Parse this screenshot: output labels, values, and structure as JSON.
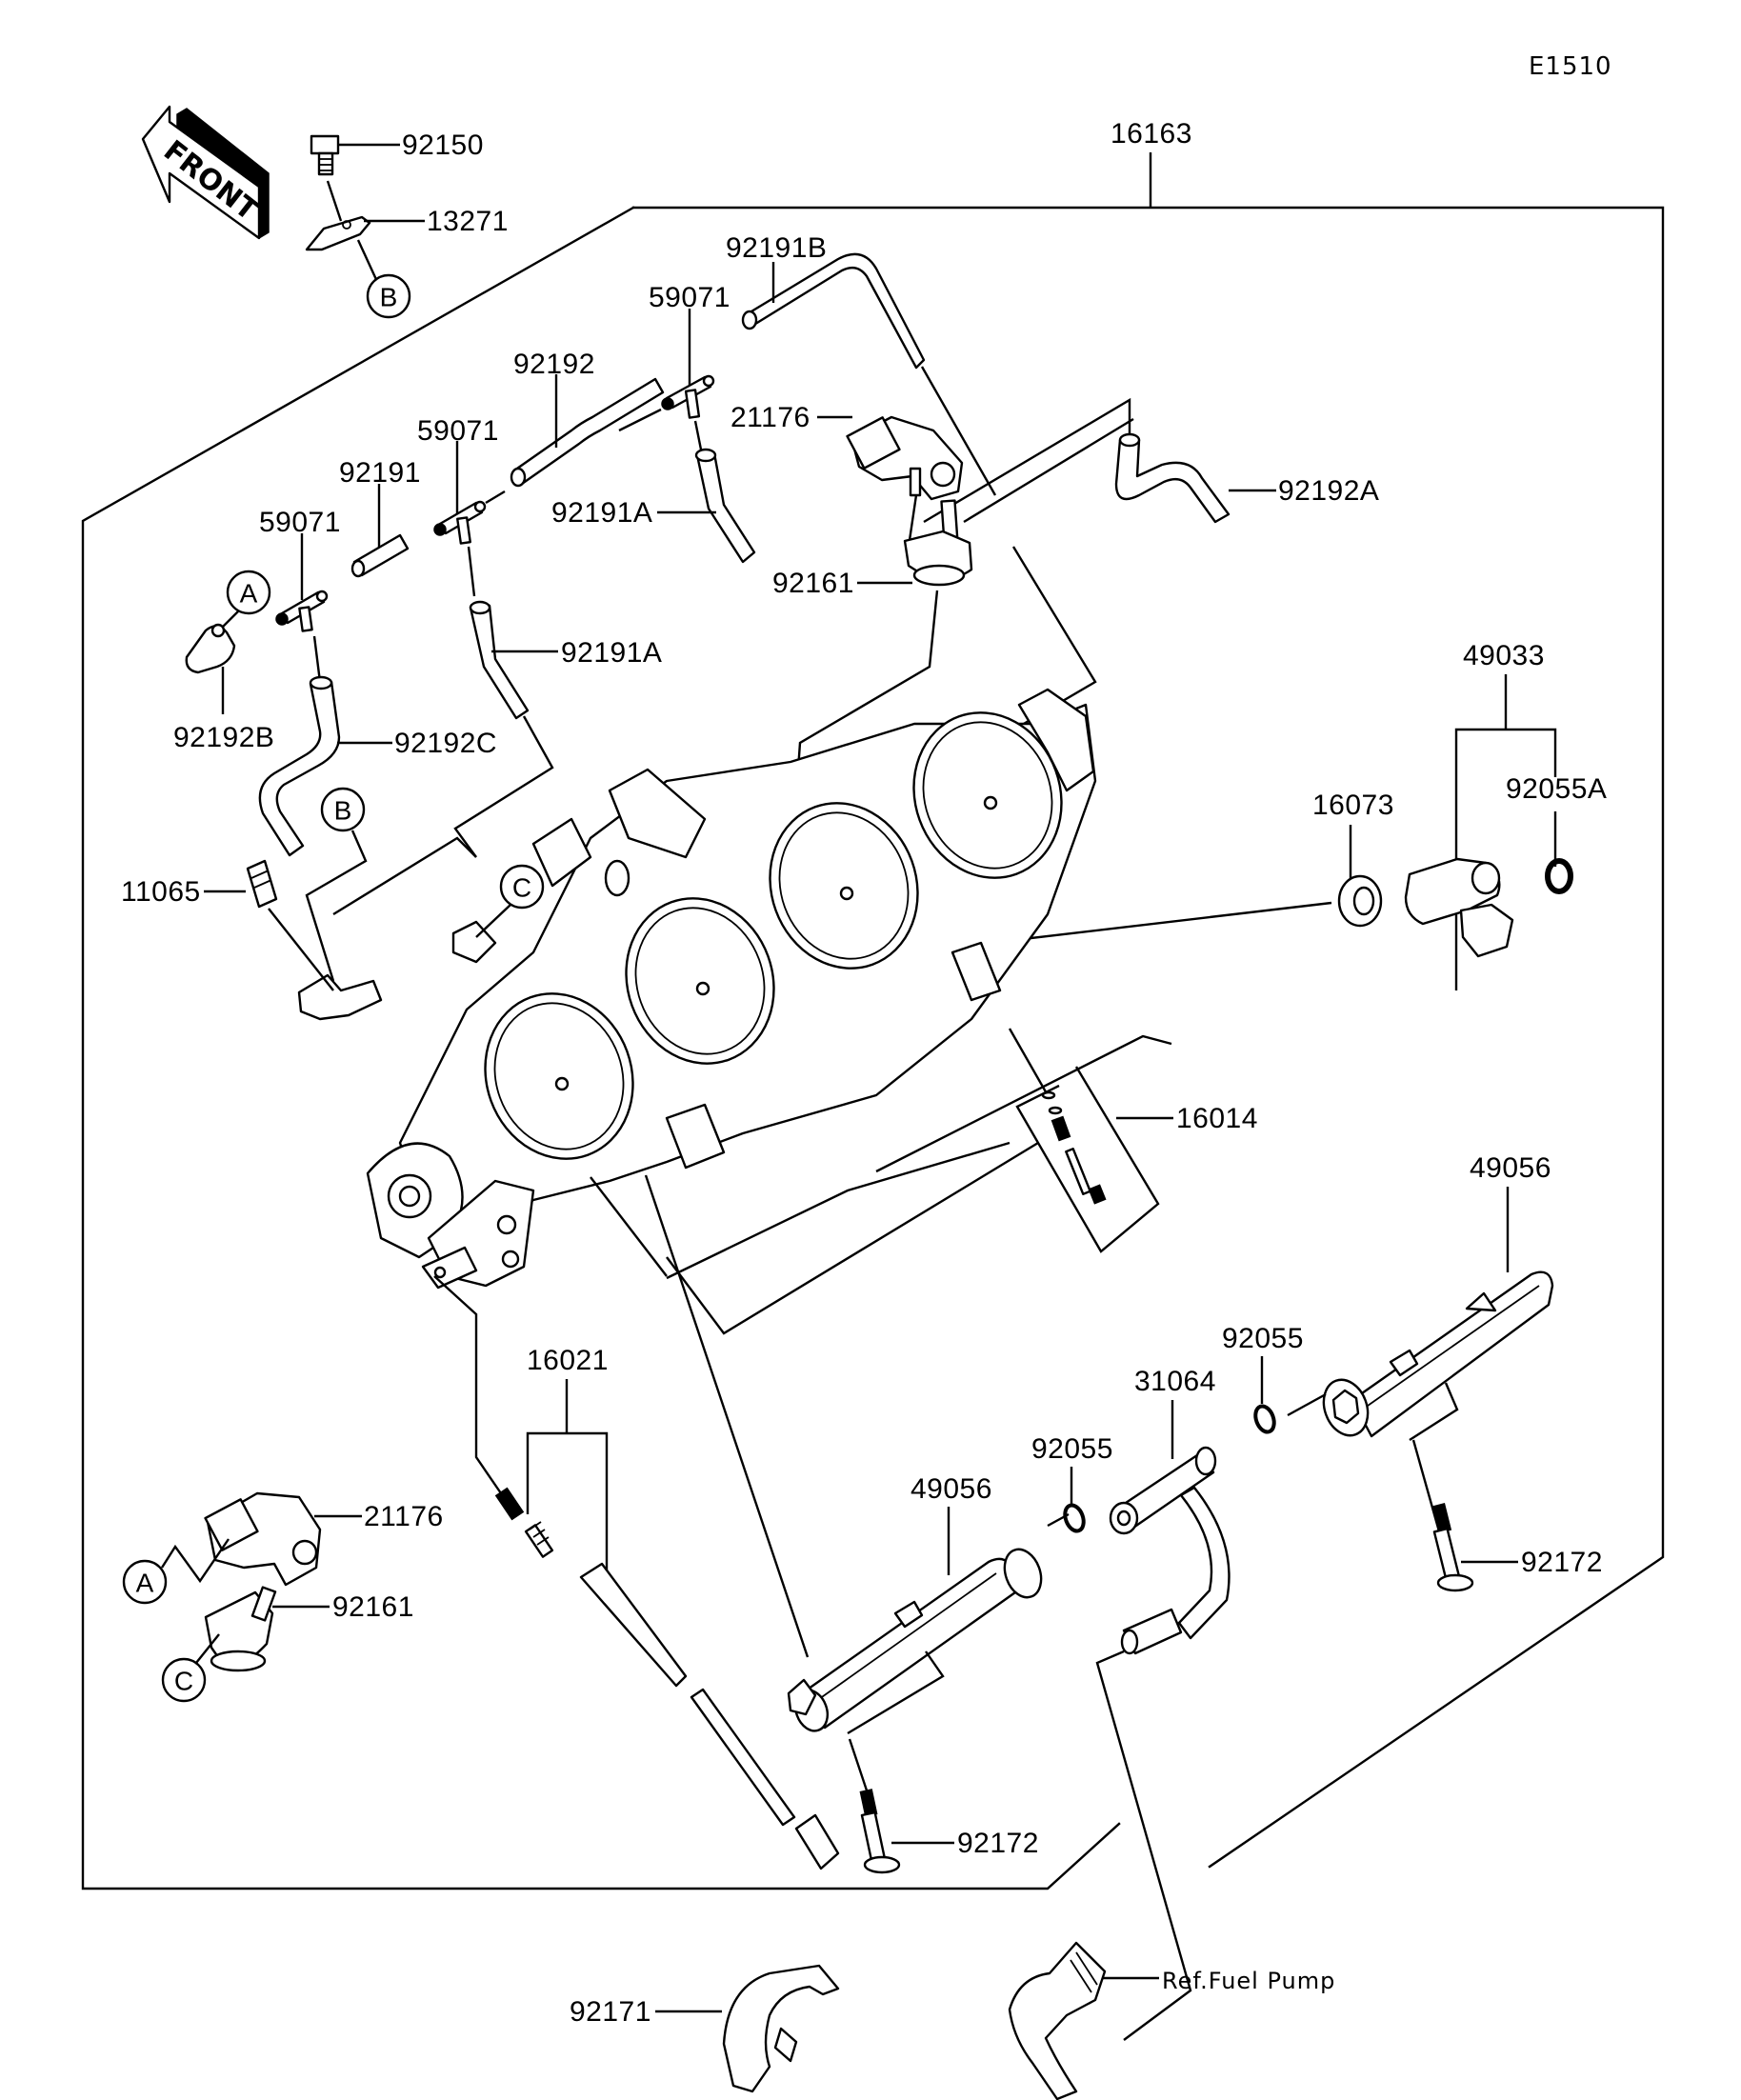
{
  "diagram": {
    "code": "E1510",
    "front_label": "FRONT",
    "assembly_label": "16163",
    "ref_labels": {
      "a": "A",
      "b": "B",
      "c": "C"
    },
    "parts": {
      "p92150": "92150",
      "p13271": "13271",
      "p92191B": "92191B",
      "p59071_top": "59071",
      "p92192": "92192",
      "p21176_top": "21176",
      "p92192A": "92192A",
      "p59071_mid": "59071",
      "p92191": "92191",
      "p92191A_upper": "92191A",
      "p59071_low": "59071",
      "p92161_top": "92161",
      "p92191A_lower": "92191A",
      "p49033": "49033",
      "p92192B": "92192B",
      "p92192C": "92192C",
      "p92055A": "92055A",
      "p16073": "16073",
      "p11065": "11065",
      "p16014": "16014",
      "p49056_right": "49056",
      "p92055_right": "92055",
      "p16021": "16021",
      "p31064": "31064",
      "p92055_mid": "92055",
      "p21176_low": "21176",
      "p92172_right": "92172",
      "p49056_left": "49056",
      "p92161_low": "92161",
      "p92172_low": "92172",
      "p92171": "92171"
    },
    "ref_fuel_pump": "Ref.Fuel Pump"
  }
}
